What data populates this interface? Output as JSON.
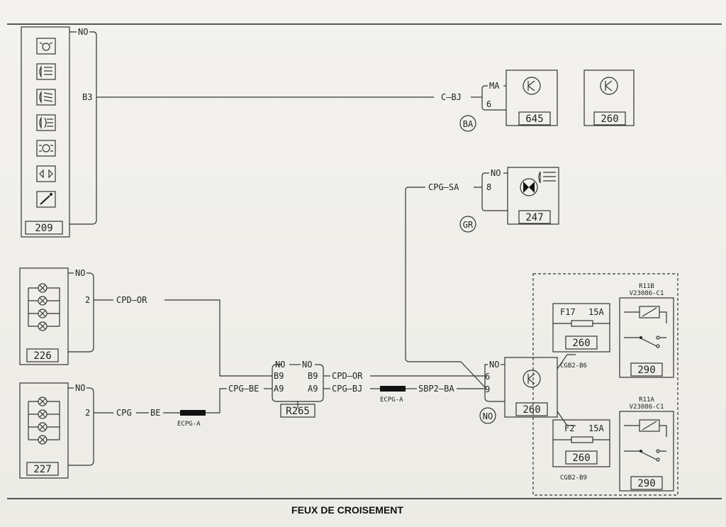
{
  "title": "FEUX DE CROISEMENT",
  "connectors": {
    "no": "NO",
    "ma": "MA",
    "b3": "B3",
    "pin2": "2",
    "pin6": "6",
    "pin8": "8",
    "pin9": "9",
    "b9": "B9",
    "a9": "A9"
  },
  "wires": {
    "c_bj": "C—BJ",
    "cpg_sa": "CPG—SA",
    "cpd_or": "CPD—OR",
    "cpg_be": "CPG—BE",
    "cpg": "CPG",
    "be": "BE",
    "cpd_or2": "CPD—OR",
    "cpg_bj": "CPG—BJ",
    "sbp2_ba": "SBP2—BA",
    "ecpg_a": "ECPG-A",
    "ecpg_a2": "ECPG-A"
  },
  "components": {
    "c209": "209",
    "c645": "645",
    "c260_top": "260",
    "c247": "247",
    "c226": "226",
    "c227": "227",
    "r265": "R265",
    "c260_main": "260",
    "c260_f17": "260",
    "c260_f2": "260",
    "c290_top": "290",
    "c290_bot": "290"
  },
  "markers": {
    "ba": "BA",
    "gr": "GR",
    "no": "NO"
  },
  "fuses": {
    "f17": "F17",
    "f17_rating": "15A",
    "f2": "F2",
    "f2_rating": "15A",
    "cgb2_b6": "CGB2-B6",
    "cgb2_b9": "CGB2-B9"
  },
  "relays": {
    "r11b": "R11B",
    "r11b_ref": "V23086-C1",
    "r11a": "R11A",
    "r11a_ref": "V23086-C1"
  },
  "icons": [
    "interior-light-icon",
    "headlight-icon",
    "low-beam-icon",
    "fog-light-icon",
    "position-light-icon",
    "turn-signal-icon",
    "horn-stalk-icon",
    "lamp-bulb-icon"
  ]
}
